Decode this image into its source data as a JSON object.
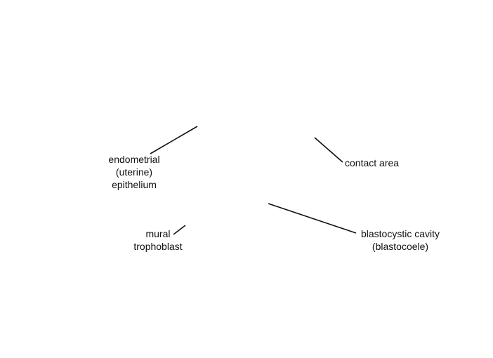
{
  "labels": {
    "endometrial_epithelium": "endometrial\n(uterine)\nepithelium",
    "contact_area": "contact area",
    "mural_trophoblast": "mural\ntrophoblast",
    "blastocystic_cavity": "blastocystic cavity\n(blastocoele)"
  },
  "style": {
    "line_color": "#111111",
    "text_color": "#111111",
    "background": "#ffffff"
  }
}
